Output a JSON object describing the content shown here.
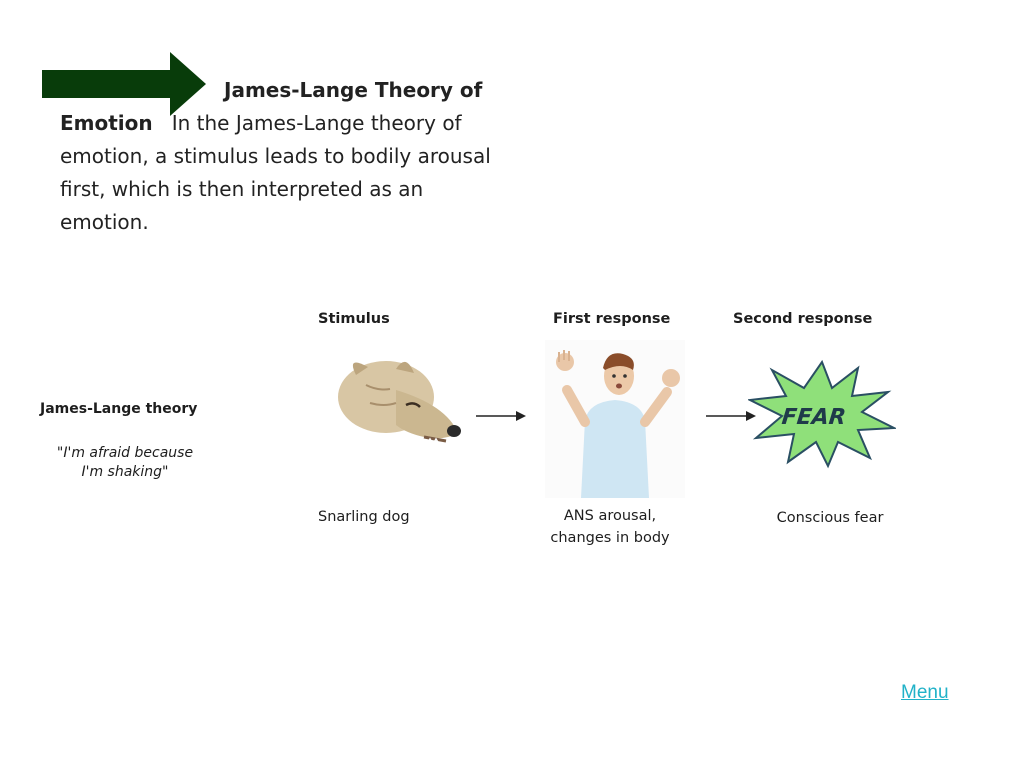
{
  "caption": {
    "title": "James-Lange Theory of Emotion",
    "body": "In the James-Lange theory of emotion, a stimulus leads to bodily arousal first, which is then interpreted as an emotion."
  },
  "diagram": {
    "theory_label": "James-Lange theory",
    "quote_line1": "\"I'm afraid because",
    "quote_line2": "I'm shaking\"",
    "stimulus": {
      "heading": "Stimulus",
      "caption": "Snarling dog"
    },
    "first_response": {
      "heading": "First response",
      "caption_line1": "ANS arousal,",
      "caption_line2": "changes in body"
    },
    "second_response": {
      "heading": "Second response",
      "caption": "Conscious fear",
      "burst_text": "FEAR"
    }
  },
  "nav": {
    "menu_label": "Menu"
  },
  "colors": {
    "arrow": "#083c0a",
    "link": "#21b2c8",
    "burst": "#8fe07a"
  },
  "icons": {
    "pointer": "right-arrow-icon",
    "stimulus": "snarling-dog-illustration",
    "response": "frightened-man-illustration",
    "emotion": "fear-burst-illustration"
  }
}
